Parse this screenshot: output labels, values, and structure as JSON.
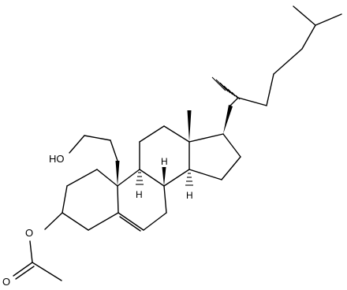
{
  "labels": {
    "hydroxyl": "HO",
    "acetate_oxygen": "O",
    "carbonyl_oxygen": "O",
    "h9": "H",
    "h8": "H",
    "h14": "H"
  },
  "colors": {
    "bond": "#000000",
    "background": "#ffffff"
  }
}
